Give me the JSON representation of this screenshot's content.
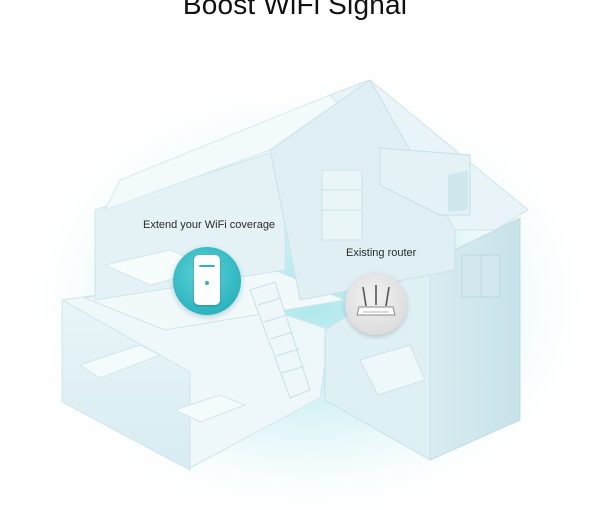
{
  "title": "Boost WiFi Signal",
  "labels": {
    "extender": "Extend your WiFi coverage",
    "router": "Existing router"
  },
  "colors": {
    "glow": "#bfeaf0",
    "accent": "#2cb5c0",
    "house": "#e6f3f6"
  },
  "icons": {
    "extender": "range-extender-icon",
    "router": "wifi-router-icon"
  }
}
